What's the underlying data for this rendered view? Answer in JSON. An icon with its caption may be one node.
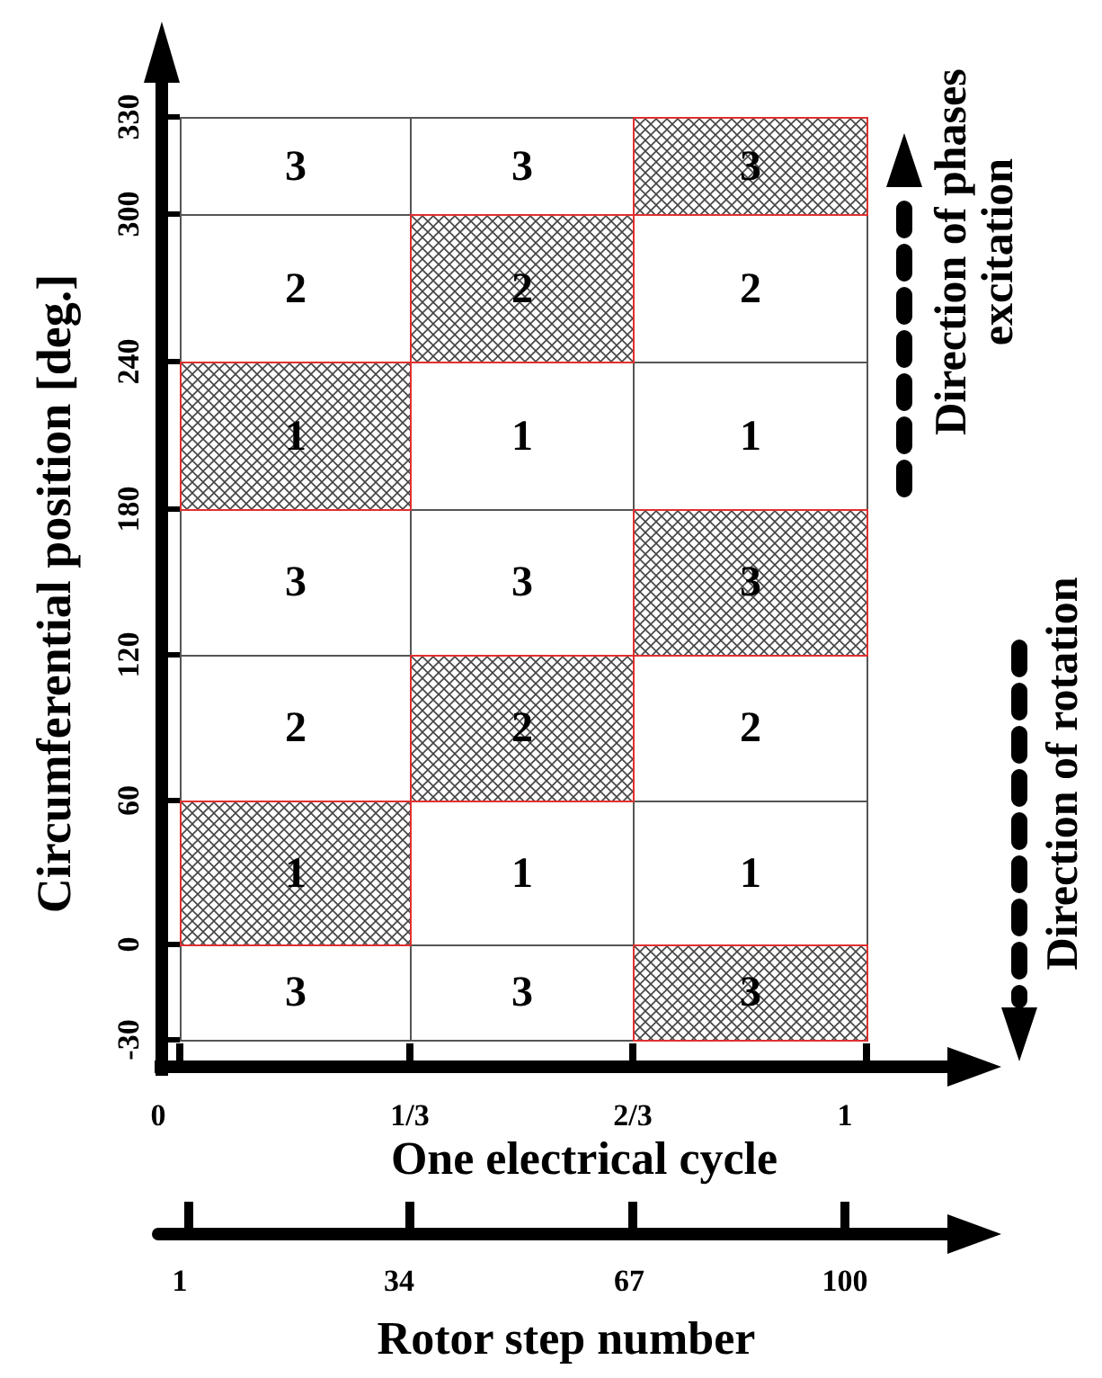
{
  "diagram": {
    "labels": [
      "Circumferential position  [deg.]",
      "330",
      "300",
      "240",
      "180",
      "120",
      "60",
      "0",
      "-30",
      "3",
      "3",
      "3",
      "2",
      "2",
      "2",
      "1",
      "1",
      "1",
      "3",
      "3",
      "3",
      "2",
      "2",
      "2",
      "1",
      "1",
      "1",
      "3",
      "3",
      "3",
      "Direction of phases excitation",
      "Direction of rotation",
      "0",
      "1/3",
      "2/3",
      "1",
      "One electrical cycle",
      "1",
      "34",
      "67",
      "100",
      "Rotor step number"
    ]
  }
}
